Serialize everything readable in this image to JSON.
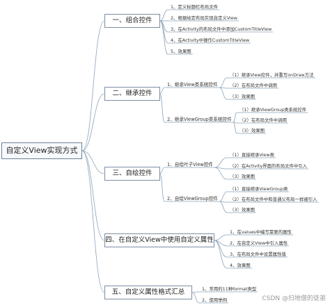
{
  "root": {
    "label": "自定义View实现方式"
  },
  "categories": [
    {
      "label": "一、组合控件",
      "items": [
        "1、定义标题栏布局文件",
        "2、根据给定布局实现自定义View",
        "3、在Activity的布局文件中添加CustomTitleView",
        "4、在Activity中操作CustomTitleView",
        "5、效果图"
      ]
    },
    {
      "label": "二、继承控件",
      "subs": [
        {
          "label": "1、继承View类系统控件",
          "items": [
            "（1）继承View控件，并重写onDraw方法",
            "（2）在布局文件中调用",
            "（3）效果图"
          ]
        },
        {
          "label": "2、继承ViewGroup类系统控件",
          "items": [
            "（1）继承ViewGroup类系统控件",
            "（2）在布局文件中调用",
            "（3）效果图"
          ]
        }
      ]
    },
    {
      "label": "三、自绘控件",
      "subs": [
        {
          "label": "1、自绘叶子View控件",
          "items": [
            "（1）直接继承View类",
            "（2）在Activity界面的布局文件中引入",
            "（3）效果图"
          ]
        },
        {
          "label": "2、自绘ViewGroup控件",
          "items": [
            "（1）直接继承ViewGroup类",
            "（2）在布局文件中和普通父布局一样被引入",
            "（3）效果图"
          ]
        }
      ]
    },
    {
      "label": "四、在自定义View中使用自定义属性",
      "items": [
        "1、在values中编写需要的属性",
        "2、在自定义View中引入属性",
        "3、在布局文件中设置属性值",
        "4、效果图"
      ]
    },
    {
      "label": "五、自定义属性格式汇总",
      "items": [
        "1、常用的11种format类型",
        "2、使用举例"
      ]
    }
  ],
  "watermark": "CSDN @扫地僧的徒弟",
  "colors": {
    "line": "#8aa2b8",
    "box_border": "#7b8ea5"
  }
}
